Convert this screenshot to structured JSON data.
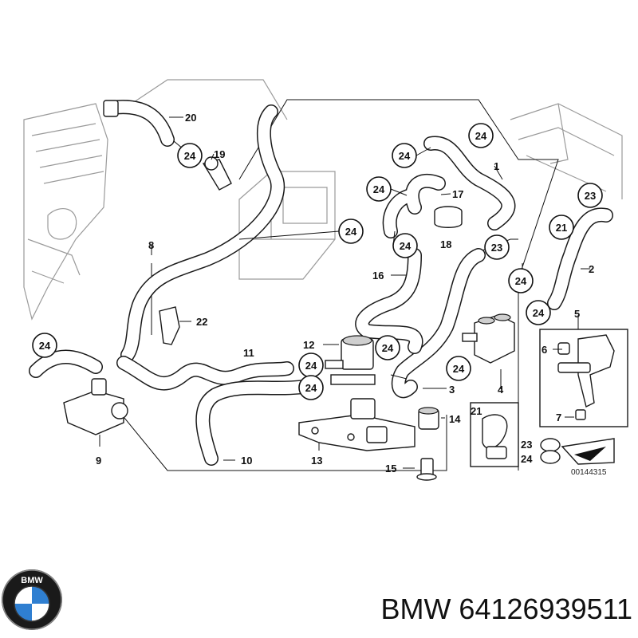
{
  "diagram": {
    "callouts": [
      {
        "id": "c20",
        "label": "20"
      },
      {
        "id": "c24a",
        "label": "24"
      },
      {
        "id": "c19",
        "label": "19"
      },
      {
        "id": "c24b",
        "label": "24"
      },
      {
        "id": "c24c",
        "label": "24"
      },
      {
        "id": "c1",
        "label": "1"
      },
      {
        "id": "c24d",
        "label": "24"
      },
      {
        "id": "c17",
        "label": "17"
      },
      {
        "id": "c23a",
        "label": "23"
      },
      {
        "id": "c24e",
        "label": "24"
      },
      {
        "id": "c24f",
        "label": "24"
      },
      {
        "id": "c18",
        "label": "18"
      },
      {
        "id": "c21a",
        "label": "21"
      },
      {
        "id": "c23b",
        "label": "23"
      },
      {
        "id": "c8",
        "label": "8"
      },
      {
        "id": "c2",
        "label": "2"
      },
      {
        "id": "c16",
        "label": "16"
      },
      {
        "id": "c24g",
        "label": "24"
      },
      {
        "id": "c24h",
        "label": "24"
      },
      {
        "id": "c22",
        "label": "22"
      },
      {
        "id": "c5",
        "label": "5"
      },
      {
        "id": "c24i",
        "label": "24"
      },
      {
        "id": "c12",
        "label": "12"
      },
      {
        "id": "c24j",
        "label": "24"
      },
      {
        "id": "c6",
        "label": "6"
      },
      {
        "id": "c11",
        "label": "11"
      },
      {
        "id": "c24k",
        "label": "24"
      },
      {
        "id": "c24l",
        "label": "24"
      },
      {
        "id": "c24m",
        "label": "24"
      },
      {
        "id": "c3",
        "label": "3"
      },
      {
        "id": "c4",
        "label": "4"
      },
      {
        "id": "c21b",
        "label": "21"
      },
      {
        "id": "c14",
        "label": "14"
      },
      {
        "id": "c7",
        "label": "7"
      },
      {
        "id": "c9",
        "label": "9"
      },
      {
        "id": "c13",
        "label": "13"
      },
      {
        "id": "c10",
        "label": "10"
      },
      {
        "id": "c23c",
        "label": "23"
      },
      {
        "id": "c24n",
        "label": "24"
      },
      {
        "id": "c15",
        "label": "15"
      }
    ],
    "code": "00144315"
  },
  "footer": {
    "brand_text": "BMW 64126939511",
    "logo_letters": "BMW"
  }
}
